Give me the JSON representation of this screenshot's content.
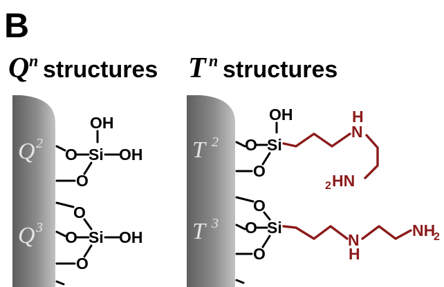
{
  "panel_label": "B",
  "q_header": {
    "symbol": "Q",
    "superscript": "n",
    "word": "structures"
  },
  "t_header": {
    "symbol": "T",
    "superscript": "n",
    "word": "structures"
  },
  "q_sites": [
    {
      "symbol": "Q",
      "superscript": "2"
    },
    {
      "symbol": "Q",
      "superscript": "3"
    }
  ],
  "t_sites": [
    {
      "symbol": "T",
      "superscript": "2"
    },
    {
      "symbol": "T",
      "superscript": "3"
    }
  ],
  "atoms": {
    "oxygen": "O",
    "silicon": "Si",
    "hydroxyl": "OH",
    "hydrogen": "H",
    "nitrogen": "N",
    "amine_right": "HN",
    "amine_sub": "2",
    "nh2_main": "NH",
    "nh2_sub": "2"
  },
  "colors": {
    "surface_dark": "#606060",
    "surface_light": "#bdbdbd",
    "chain": "#8b1a1a",
    "site_label": "#e4e4e4"
  }
}
